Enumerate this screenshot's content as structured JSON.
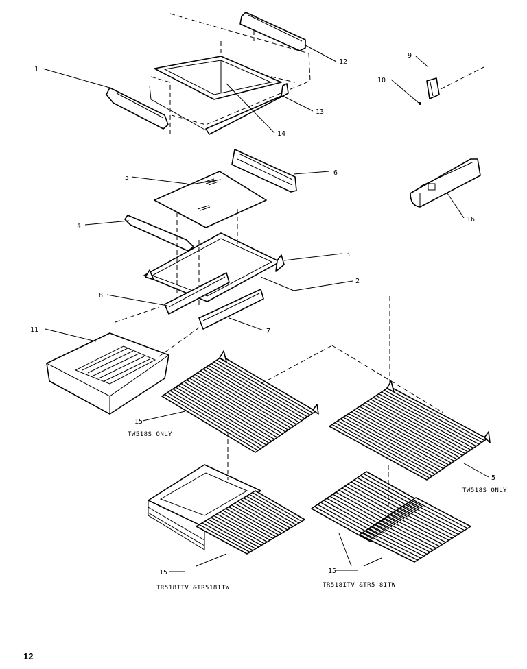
{
  "diagram": {
    "page_number": "12",
    "callouts": {
      "c1": "1",
      "c12": "12",
      "c13": "13",
      "c14": "14",
      "c9": "9",
      "c10": "10",
      "c5a": "5",
      "c6": "6",
      "c16": "16",
      "c4": "4",
      "c3": "3",
      "c2": "2",
      "c8": "8",
      "c7": "7",
      "c11": "11",
      "c15a": "15",
      "c5b": "5",
      "c15b": "15",
      "c15c": "15"
    },
    "notes": {
      "tw518s_only_a": "TW518S ONLY",
      "tw518s_only_b": "TW518S ONLY",
      "model_left": "TR518ITV &TR518ITW",
      "model_right": "TR518ITV &TR5'8ITW"
    }
  }
}
